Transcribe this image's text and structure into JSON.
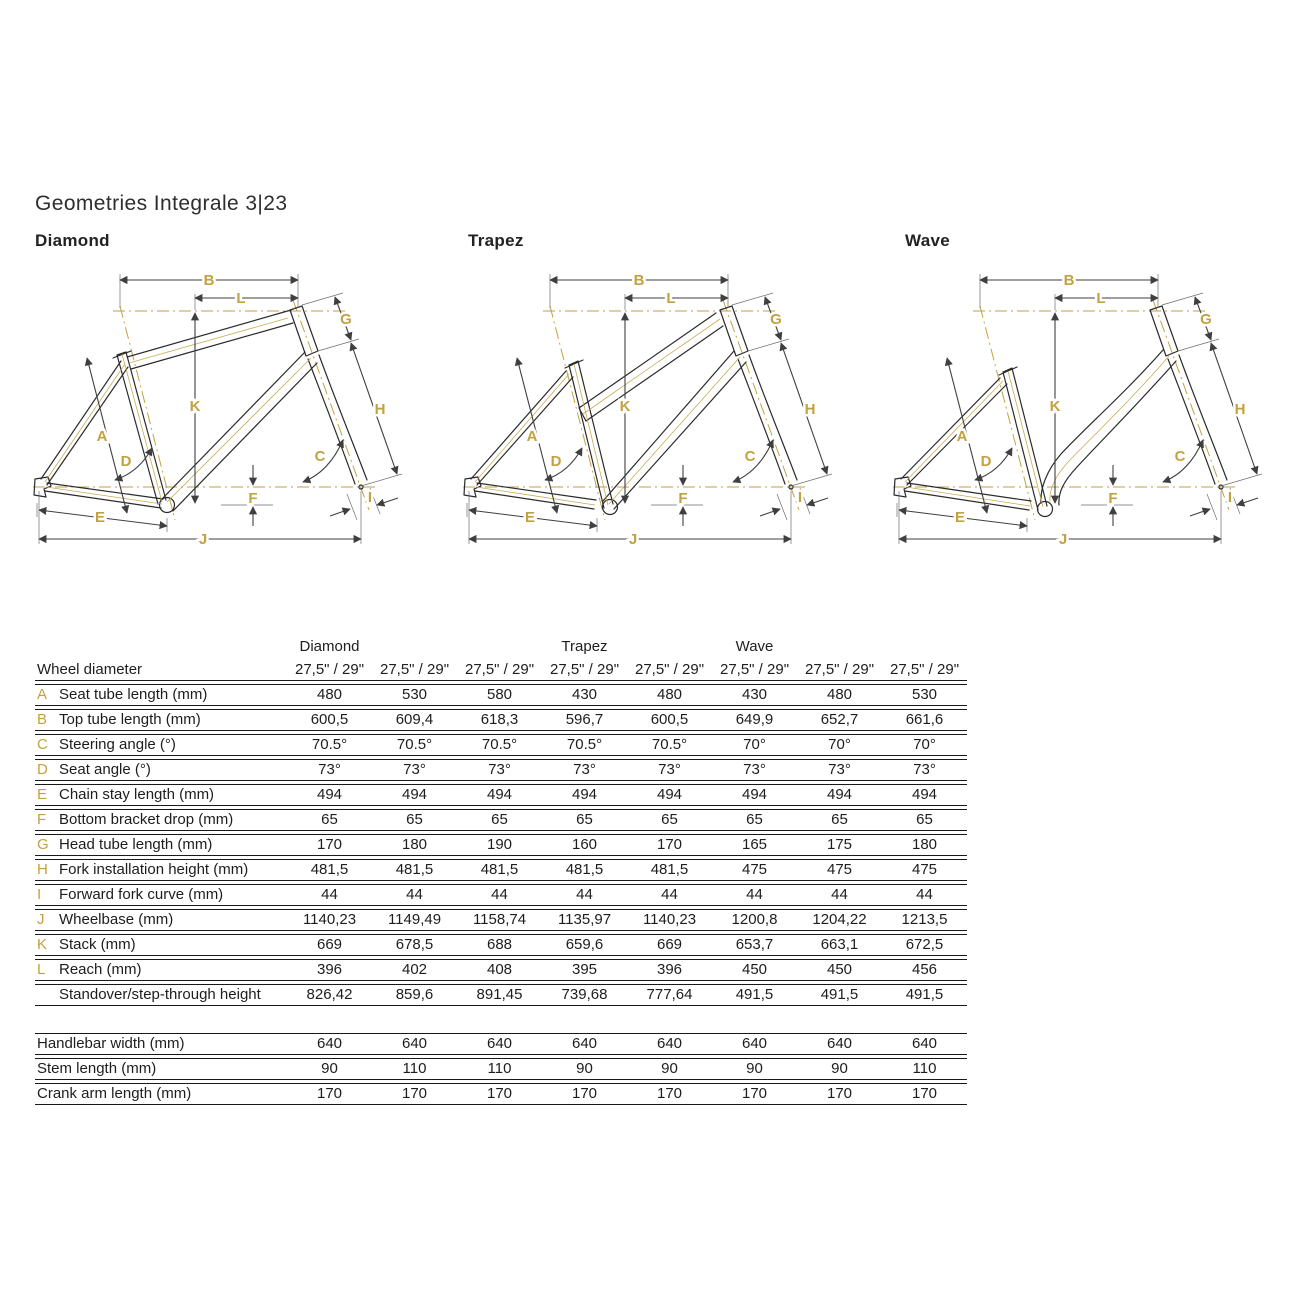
{
  "page": {
    "title": "Geometries Integrale 3|23"
  },
  "colors": {
    "gold": "#c2a23f",
    "ink": "#1d1d1d",
    "dim": "#3f3f3f"
  },
  "sections": [
    {
      "title": "Diamond"
    },
    {
      "title": "Trapez"
    },
    {
      "title": "Wave"
    }
  ],
  "dim_letters": {
    "A": "A",
    "B": "B",
    "C": "C",
    "D": "D",
    "E": "E",
    "F": "F",
    "G": "G",
    "H": "H",
    "I": "I",
    "J": "J",
    "K": "K",
    "L": "L"
  },
  "table": {
    "group_headers": [
      "Diamond",
      "Trapez",
      "Wave"
    ],
    "wheel_header": "Wheel diameter",
    "wheel_value": "27,5\" / 29\"",
    "rows": [
      {
        "letter": "A",
        "label": "Seat tube length (mm)",
        "values": [
          "480",
          "530",
          "580",
          "430",
          "480",
          "430",
          "480",
          "530"
        ]
      },
      {
        "letter": "B",
        "label": "Top tube length (mm)",
        "values": [
          "600,5",
          "609,4",
          "618,3",
          "596,7",
          "600,5",
          "649,9",
          "652,7",
          "661,6"
        ]
      },
      {
        "letter": "C",
        "label": "Steering angle (°)",
        "values": [
          "70.5°",
          "70.5°",
          "70.5°",
          "70.5°",
          "70.5°",
          "70°",
          "70°",
          "70°"
        ]
      },
      {
        "letter": "D",
        "label": "Seat angle (°)",
        "values": [
          "73°",
          "73°",
          "73°",
          "73°",
          "73°",
          "73°",
          "73°",
          "73°"
        ]
      },
      {
        "letter": "E",
        "label": "Chain stay length (mm)",
        "values": [
          "494",
          "494",
          "494",
          "494",
          "494",
          "494",
          "494",
          "494"
        ]
      },
      {
        "letter": "F",
        "label": "Bottom bracket drop (mm)",
        "values": [
          "65",
          "65",
          "65",
          "65",
          "65",
          "65",
          "65",
          "65"
        ]
      },
      {
        "letter": "G",
        "label": "Head tube length (mm)",
        "values": [
          "170",
          "180",
          "190",
          "160",
          "170",
          "165",
          "175",
          "180"
        ]
      },
      {
        "letter": "H",
        "label": "Fork installation height (mm)",
        "values": [
          "481,5",
          "481,5",
          "481,5",
          "481,5",
          "481,5",
          "475",
          "475",
          "475"
        ]
      },
      {
        "letter": "I",
        "label": "Forward fork curve (mm)",
        "values": [
          "44",
          "44",
          "44",
          "44",
          "44",
          "44",
          "44",
          "44"
        ]
      },
      {
        "letter": "J",
        "label": "Wheelbase (mm)",
        "values": [
          "1140,23",
          "1149,49",
          "1158,74",
          "1135,97",
          "1140,23",
          "1200,8",
          "1204,22",
          "1213,5"
        ]
      },
      {
        "letter": "K",
        "label": "Stack (mm)",
        "values": [
          "669",
          "678,5",
          "688",
          "659,6",
          "669",
          "653,7",
          "663,1",
          "672,5"
        ]
      },
      {
        "letter": "L",
        "label": "Reach (mm)",
        "values": [
          "396",
          "402",
          "408",
          "395",
          "396",
          "450",
          "450",
          "456"
        ]
      },
      {
        "letter": "",
        "label": "Standover/step-through height",
        "values": [
          "826,42",
          "859,6",
          "891,45",
          "739,68",
          "777,64",
          "491,5",
          "491,5",
          "491,5"
        ]
      }
    ],
    "extra_rows": [
      {
        "label": "Handlebar width (mm)",
        "values": [
          "640",
          "640",
          "640",
          "640",
          "640",
          "640",
          "640",
          "640"
        ]
      },
      {
        "label": "Stem length (mm)",
        "values": [
          "90",
          "110",
          "110",
          "90",
          "90",
          "90",
          "90",
          "110"
        ]
      },
      {
        "label": "Crank arm length (mm)",
        "values": [
          "170",
          "170",
          "170",
          "170",
          "170",
          "170",
          "170",
          "170"
        ]
      }
    ]
  }
}
